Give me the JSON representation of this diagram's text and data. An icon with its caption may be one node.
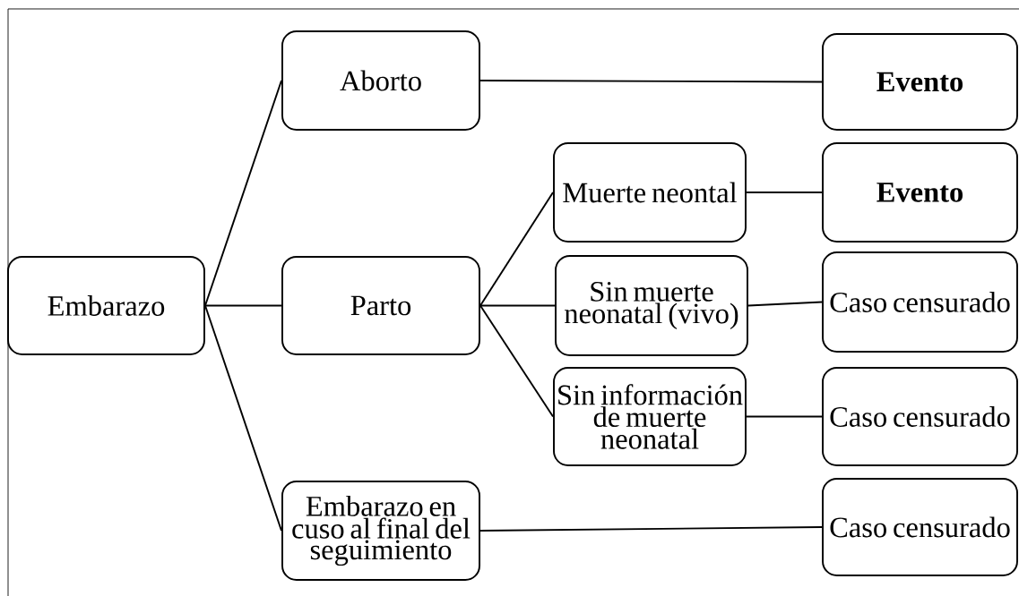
{
  "diagram": {
    "nodes": [
      {
        "text": [
          "Embarazo"
        ]
      },
      {
        "text": [
          "Aborto"
        ]
      },
      {
        "text": [
          "Parto"
        ]
      },
      {
        "text": [
          "**Evento**"
        ]
      },
      {
        "text": [
          "Muerte neontal"
        ]
      },
      {
        "text": [
          "**Evento**"
        ]
      },
      {
        "text": [
          "Sin muerte neonatal (vivo)"
        ]
      },
      {
        "text": [
          "Caso censurado"
        ]
      },
      {
        "text": [
          "Sin información de muerte neonatal"
        ]
      },
      {
        "text": [
          "Caso censurado"
        ]
      },
      {
        "text": [
          "Embarazo en cuso al final del seguimiento"
        ]
      },
      {
        "text": [
          "Caso censurado"
        ]
      }
    ],
    "edges": [
      {
        "from": 0,
        "to": 1,
        "arrow": "none"
      },
      {
        "from": 0,
        "to": 2,
        "arrow": "none"
      },
      {
        "from": 0,
        "to": 10,
        "arrow": "none"
      },
      {
        "from": 1,
        "to": 3,
        "arrow": "none"
      },
      {
        "from": 2,
        "to": 4,
        "arrow": "none"
      },
      {
        "from": 2,
        "to": 6,
        "arrow": "none"
      },
      {
        "from": 2,
        "to": 8,
        "arrow": "none"
      },
      {
        "from": 4,
        "to": 5,
        "arrow": "none"
      },
      {
        "from": 6,
        "to": 7,
        "arrow": "none"
      },
      {
        "from": 8,
        "to": 9,
        "arrow": "none"
      },
      {
        "from": 10,
        "to": 11,
        "arrow": "none"
      }
    ]
  }
}
